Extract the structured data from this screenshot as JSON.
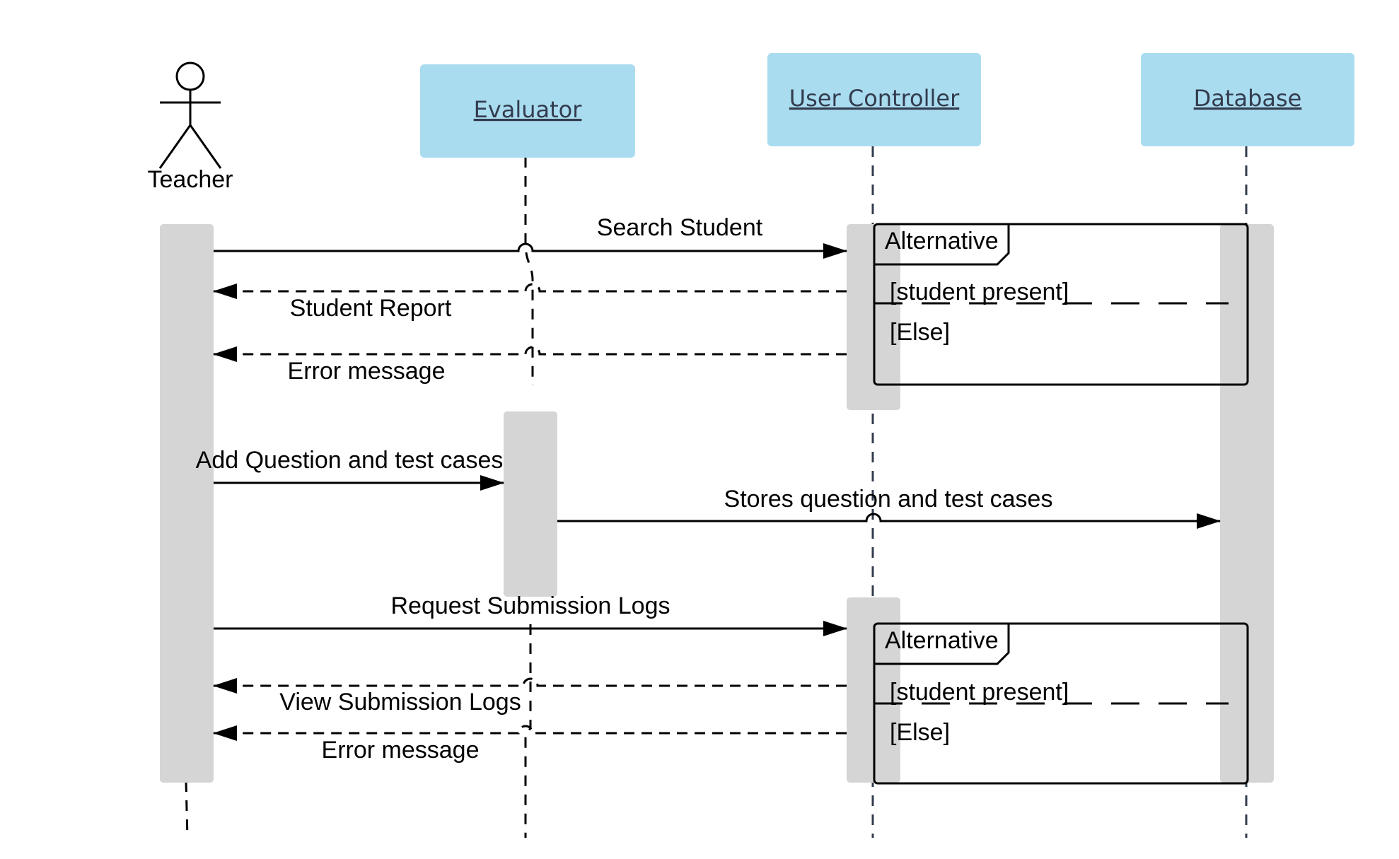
{
  "colors": {
    "header_fill": "#aadcf0",
    "header_text": "#333c4e",
    "activation": "#d5d5d5",
    "lifeline": "#333c4e",
    "line": "#000000"
  },
  "actor": {
    "name": "Teacher",
    "icon": "stick-figure-icon"
  },
  "participants": [
    {
      "name": "Evaluator"
    },
    {
      "name": "User Controller"
    },
    {
      "name": "Database"
    }
  ],
  "messages": [
    {
      "label": "Search Student",
      "from": "Teacher",
      "to": "User Controller",
      "style": "solid"
    },
    {
      "label": "Student Report",
      "from": "User Controller",
      "to": "Teacher",
      "style": "dashed"
    },
    {
      "label": "Error message",
      "from": "User Controller",
      "to": "Teacher",
      "style": "dashed"
    },
    {
      "label": "Add Question and test cases",
      "from": "Teacher",
      "to": "Evaluator",
      "style": "solid"
    },
    {
      "label": "Stores question and test cases",
      "from": "Evaluator",
      "to": "Database",
      "style": "solid"
    },
    {
      "label": "Request Submission Logs",
      "from": "Teacher",
      "to": "User Controller",
      "style": "solid"
    },
    {
      "label": "View Submission Logs",
      "from": "User Controller",
      "to": "Teacher",
      "style": "dashed"
    },
    {
      "label": "Error message",
      "from": "User Controller",
      "to": "Teacher",
      "style": "dashed"
    }
  ],
  "fragments": [
    {
      "operator": "Alternative",
      "guard1": "[student present]",
      "guard2": "[Else]"
    },
    {
      "operator": "Alternative",
      "guard1": "[student present]",
      "guard2": "[Else]"
    }
  ]
}
